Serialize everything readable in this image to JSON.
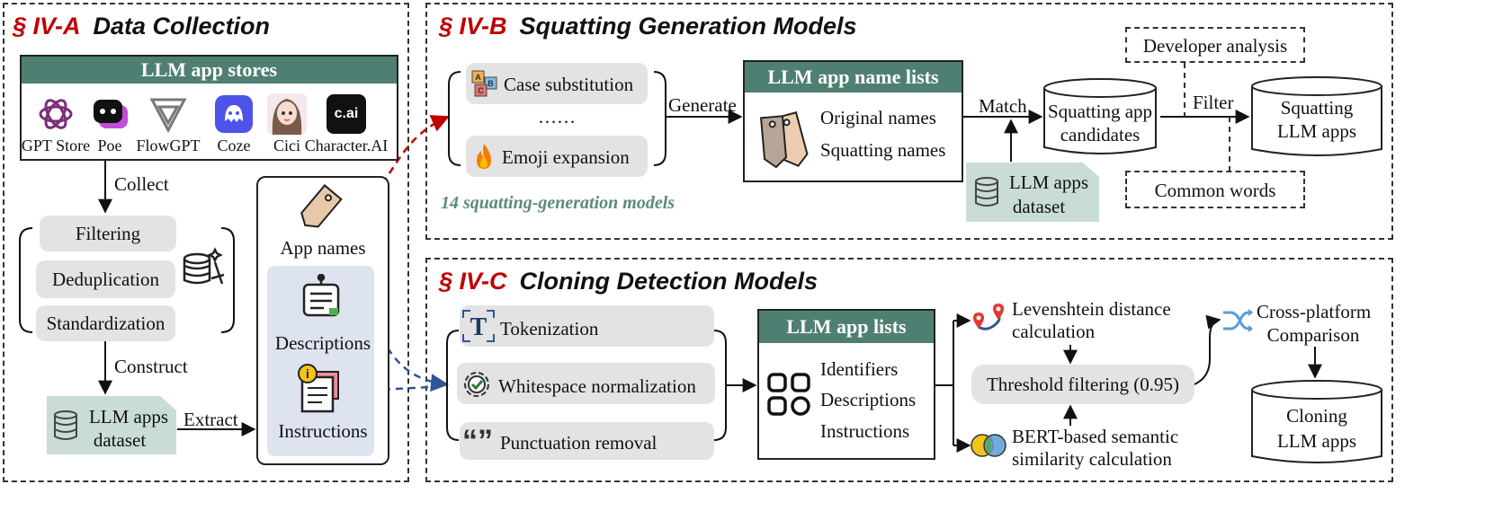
{
  "section_a": {
    "ref": "§ IV-A",
    "title": "Data Collection"
  },
  "section_b": {
    "ref": "§ IV-B",
    "title": "Squatting Generation Models"
  },
  "section_c": {
    "ref": "§ IV-C",
    "title": "Cloning Detection Models"
  },
  "stores": {
    "header": "LLM app stores",
    "items": [
      {
        "label": "GPT Store",
        "icon": "openai-logo-icon"
      },
      {
        "label": "Poe",
        "icon": "poe-logo-icon"
      },
      {
        "label": "FlowGPT",
        "icon": "flowgpt-logo-icon"
      },
      {
        "label": "Coze",
        "icon": "coze-logo-icon"
      },
      {
        "label": "Cici",
        "icon": "cici-logo-icon"
      },
      {
        "label": "Character.AI",
        "icon": "characterai-logo-icon",
        "logo_text": "c.ai"
      }
    ]
  },
  "collection": {
    "collect_label": "Collect",
    "steps": [
      "Filtering",
      "Deduplication",
      "Standardization"
    ],
    "construct_label": "Construct",
    "dataset_label_1": "LLM apps",
    "dataset_label_2": "dataset",
    "extract_label": "Extract"
  },
  "extracted": {
    "app_names": "App names",
    "descriptions": "Descriptions",
    "instructions": "Instructions"
  },
  "squatting": {
    "methods": [
      "Case substitution",
      "……",
      "Emoji expansion"
    ],
    "generate_label": "Generate",
    "models_note": "14 squatting-generation models",
    "name_lists_header": "LLM app name lists",
    "original_names": "Original names",
    "squatting_names": "Squatting names",
    "match_label": "Match",
    "dataset_label_1": "LLM apps",
    "dataset_label_2": "dataset",
    "candidates_1": "Squatting app",
    "candidates_2": "candidates",
    "filter_label": "Filter",
    "developer_analysis": "Developer analysis",
    "common_words": "Common words",
    "result_1": "Squatting",
    "result_2": "LLM apps"
  },
  "cloning": {
    "steps": [
      "Tokenization",
      "Whitespace normalization",
      "Punctuation removal"
    ],
    "app_lists_header": "LLM app lists",
    "fields": [
      "Identifiers",
      "Descriptions",
      "Instructions"
    ],
    "levenshtein_1": "Levenshtein distance",
    "levenshtein_2": "calculation",
    "threshold": "Threshold filtering (0.95)",
    "bert_1": "BERT-based semantic",
    "bert_2": "similarity calculation",
    "cross_1": "Cross-platform",
    "cross_2": "Comparison",
    "result_1": "Cloning",
    "result_2": "LLM apps"
  },
  "colors": {
    "header_green": "#4f7f72",
    "accent_red": "#c00000",
    "arrow_blue": "#2f5597",
    "grey_box": "#e3e3e3",
    "dataset_box": "#c9dcd6"
  }
}
